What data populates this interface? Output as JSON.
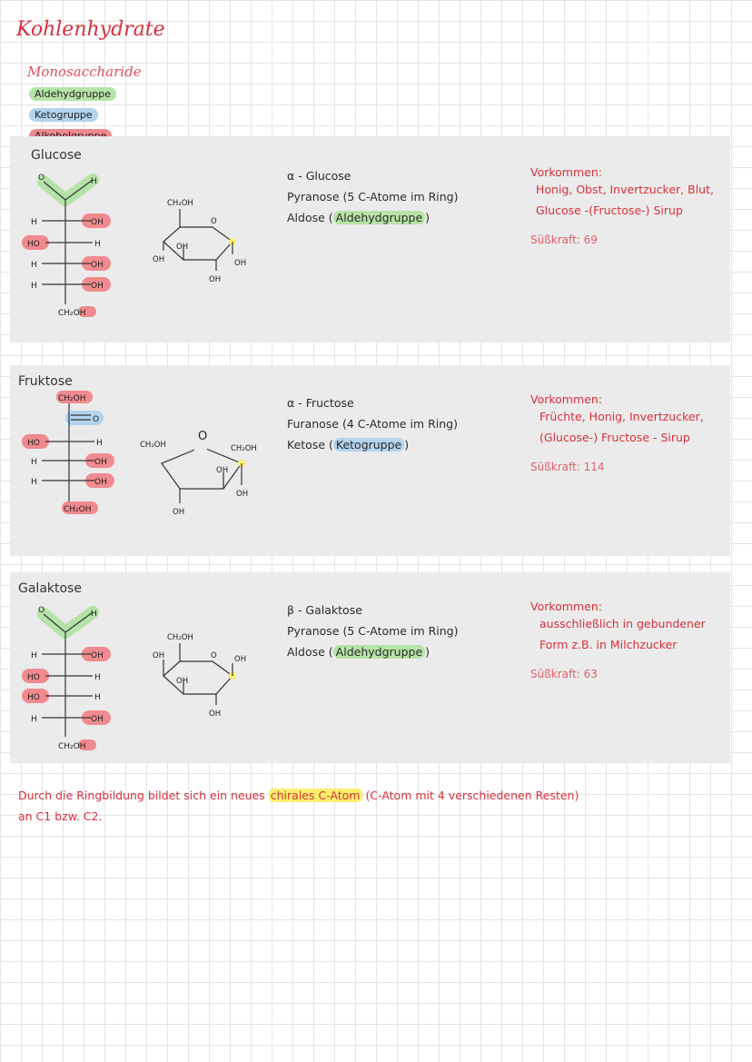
{
  "page": {
    "title": "Kohlenhydrate",
    "subtitle": "Monosaccharide",
    "legend": [
      {
        "label": "Aldehydgruppe",
        "color": "#b5e3a6"
      },
      {
        "label": "Ketogruppe",
        "color": "#b3d3ee"
      },
      {
        "label": "Alkoholgruppe",
        "color": "#f08a8f"
      }
    ]
  },
  "glucose": {
    "name": "Glucose",
    "fischer": {
      "top_o": "O",
      "top_h": "H",
      "rows": [
        {
          "left": "H",
          "right": "OH"
        },
        {
          "left": "HO",
          "right": "H"
        },
        {
          "left": "H",
          "right": "OH"
        },
        {
          "left": "H",
          "right": "OH"
        }
      ],
      "bottom": "CH₂OH"
    },
    "ring": {
      "ch2oh": "CH₂OH",
      "o": "O",
      "oh_c4": "OH",
      "oh_c3": "OH",
      "oh_c2": "OH",
      "oh_c1": "OH"
    },
    "anomer": "α - Glucose",
    "ring_type_a": "Pyranose (5 C-Atome im Ring)",
    "class_a": "Aldose (",
    "class_hl": "Aldehydgruppe",
    "class_b": ")",
    "occurrence_title": "Vorkommen:",
    "occurrence_lines": [
      "Honig, Obst, Invertzucker, Blut,",
      "Glucose -(Fructose-) Sirup"
    ],
    "sweetness": "Süßkraft: 69"
  },
  "fructose": {
    "name": "Fruktose",
    "fischer": {
      "top": "CH₂OH",
      "keto_o": "O",
      "rows": [
        {
          "left": "HO",
          "right": "H"
        },
        {
          "left": "H",
          "right": "OH"
        },
        {
          "left": "H",
          "right": "OH"
        }
      ],
      "bottom": "CH₂OH"
    },
    "ring": {
      "ch2oh_left": "CH₂OH",
      "o": "O",
      "ch2oh_right": "CH₂OH",
      "oh_c3": "OH",
      "oh_c2": "OH",
      "oh_c4": "OH"
    },
    "anomer": "α - Fructose",
    "ring_type_a": "Furanose (4 C-Atome im Ring)",
    "class_a": "Ketose (",
    "class_hl": "Ketogruppe",
    "class_b": ")",
    "occurrence_title": "Vorkommen:",
    "occurrence_lines": [
      "Früchte, Honig, Invertzucker,",
      "(Glucose-) Fructose - Sirup"
    ],
    "sweetness": "Süßkraft: 114"
  },
  "galactose": {
    "name": "Galaktose",
    "fischer": {
      "top_o": "O",
      "top_h": "H",
      "rows": [
        {
          "left": "H",
          "right": "OH"
        },
        {
          "left": "HO",
          "right": "H"
        },
        {
          "left": "HO",
          "right": "H"
        },
        {
          "left": "H",
          "right": "OH"
        }
      ],
      "bottom": "CH₂OH"
    },
    "ring": {
      "ch2oh": "CH₂OH",
      "o": "O",
      "oh_c4": "OH",
      "oh_c1": "OH",
      "oh_c3": "OH",
      "oh_c2": "OH"
    },
    "anomer": "β - Galaktose",
    "ring_type_a": "Pyranose (5 C-Atome im Ring)",
    "class_a": "Aldose (",
    "class_hl": "Aldehydgruppe",
    "class_b": ")",
    "occurrence_title": "Vorkommen:",
    "occurrence_lines": [
      "ausschließlich in gebundener",
      "Form z.B. in Milchzucker"
    ],
    "sweetness": "Süßkraft: 63"
  },
  "footer": {
    "a": "Durch die Ringbildung bildet sich ein neues ",
    "hl": "chirales C-Atom",
    "b": " (C-Atom mit 4 verschiedenen Resten)",
    "line2": "an C1 bzw. C2."
  }
}
